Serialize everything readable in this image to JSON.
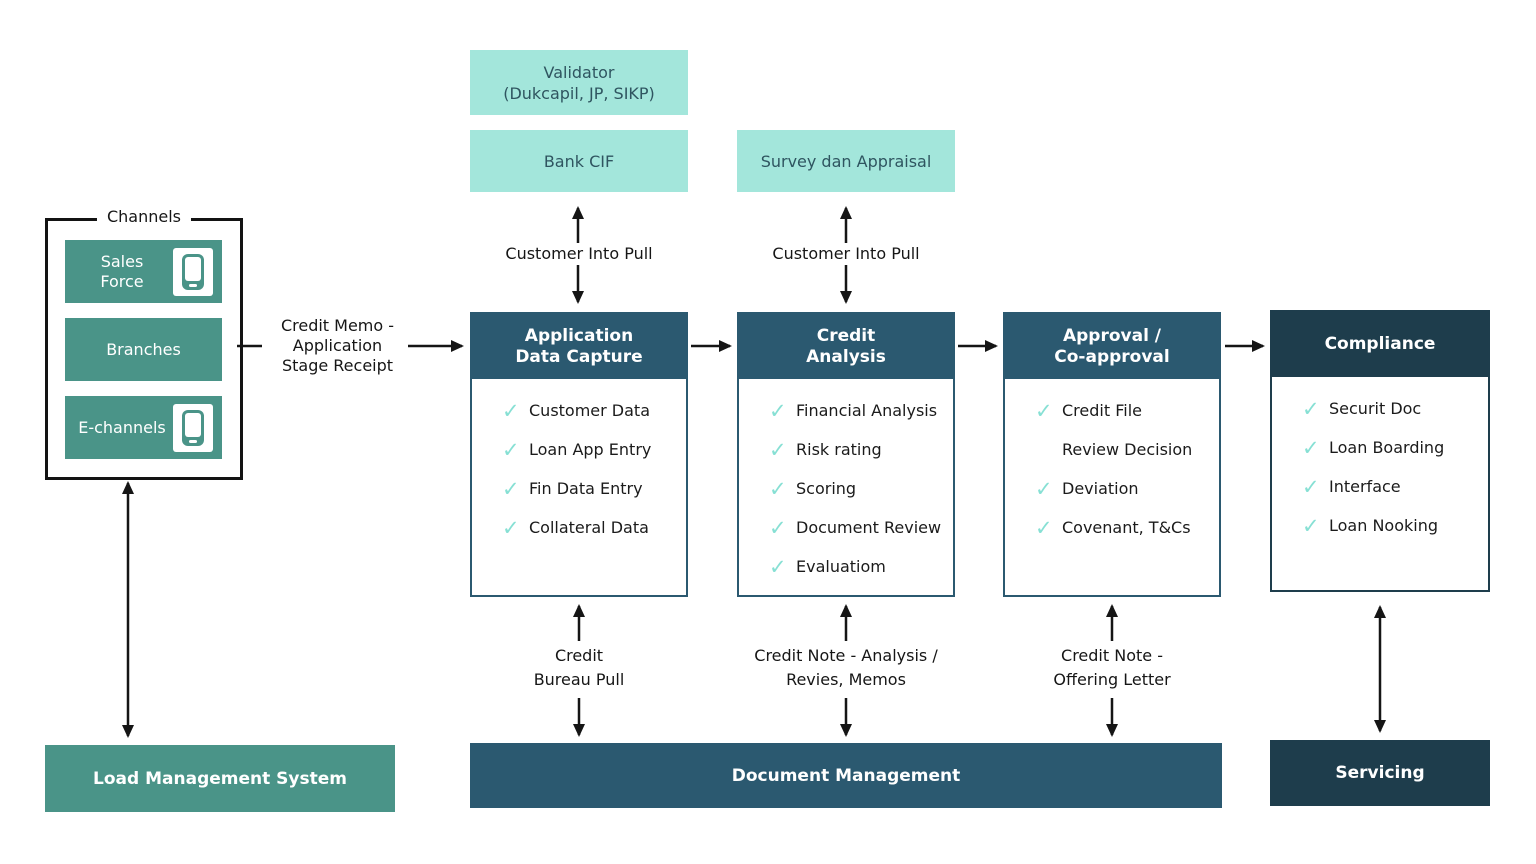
{
  "colors": {
    "mint": "#A3E6DB",
    "mintText": "#2F5560",
    "teal": "#4A9488",
    "blue": "#2B5970",
    "dark": "#1E3D4C",
    "check": "#87E0D4",
    "ink": "#161616"
  },
  "icons": {
    "check": "✓",
    "phone": "smartphone"
  },
  "channels": {
    "title": "Channels",
    "items": [
      {
        "label": "Sales Force",
        "phone_icon": true
      },
      {
        "label": "Branches",
        "phone_icon": false
      },
      {
        "label": "E-channels",
        "phone_icon": true
      }
    ]
  },
  "external_systems": {
    "validator_line1": "Validator",
    "validator_line2": "(Dukcapil, JP, SIKP)",
    "bank_cif": "Bank CIF",
    "survey": "Survey dan Appraisal"
  },
  "flow_labels": {
    "credit_memo_line1": "Credit Memo -",
    "credit_memo_line2": "Application",
    "credit_memo_line3": "Stage Receipt",
    "customer_into_pull_left": "Customer Into Pull",
    "customer_into_pull_right": "Customer Into Pull",
    "credit_bureau_line1": "Credit",
    "credit_bureau_line2": "Bureau Pull",
    "credit_note_analysis_line1": "Credit Note - Analysis /",
    "credit_note_analysis_line2": "Revies, Memos",
    "credit_note_offering_line1": "Credit Note -",
    "credit_note_offering_line2": "Offering Letter"
  },
  "process_columns": [
    {
      "title_line1": "Application",
      "title_line2": "Data Capture",
      "items": [
        {
          "label": "Customer Data",
          "checked": true
        },
        {
          "label": "Loan App Entry",
          "checked": true
        },
        {
          "label": "Fin Data Entry",
          "checked": true
        },
        {
          "label": "Collateral Data",
          "checked": true
        }
      ]
    },
    {
      "title_line1": "Credit",
      "title_line2": "Analysis",
      "items": [
        {
          "label": "Financial Analysis",
          "checked": true
        },
        {
          "label": "Risk rating",
          "checked": true
        },
        {
          "label": "Scoring",
          "checked": true
        },
        {
          "label": "Document Review",
          "checked": true
        },
        {
          "label": "Evaluatiom",
          "checked": true
        }
      ]
    },
    {
      "title_line1": "Approval /",
      "title_line2": "Co-approval",
      "items": [
        {
          "label": "Credit File",
          "checked": true
        },
        {
          "label": "Review Decision",
          "checked": false
        },
        {
          "label": "Deviation",
          "checked": true
        },
        {
          "label": "Covenant, T&Cs",
          "checked": true
        }
      ]
    },
    {
      "title_line1": "Compliance",
      "title_line2": "",
      "items": [
        {
          "label": "Securit Doc",
          "checked": true
        },
        {
          "label": "Loan Boarding",
          "checked": true
        },
        {
          "label": "Interface",
          "checked": true
        },
        {
          "label": "Loan Nooking",
          "checked": true
        }
      ]
    }
  ],
  "bottom_bars": {
    "load_management": "Load Management System",
    "document_management": "Document Management",
    "servicing": "Servicing"
  }
}
